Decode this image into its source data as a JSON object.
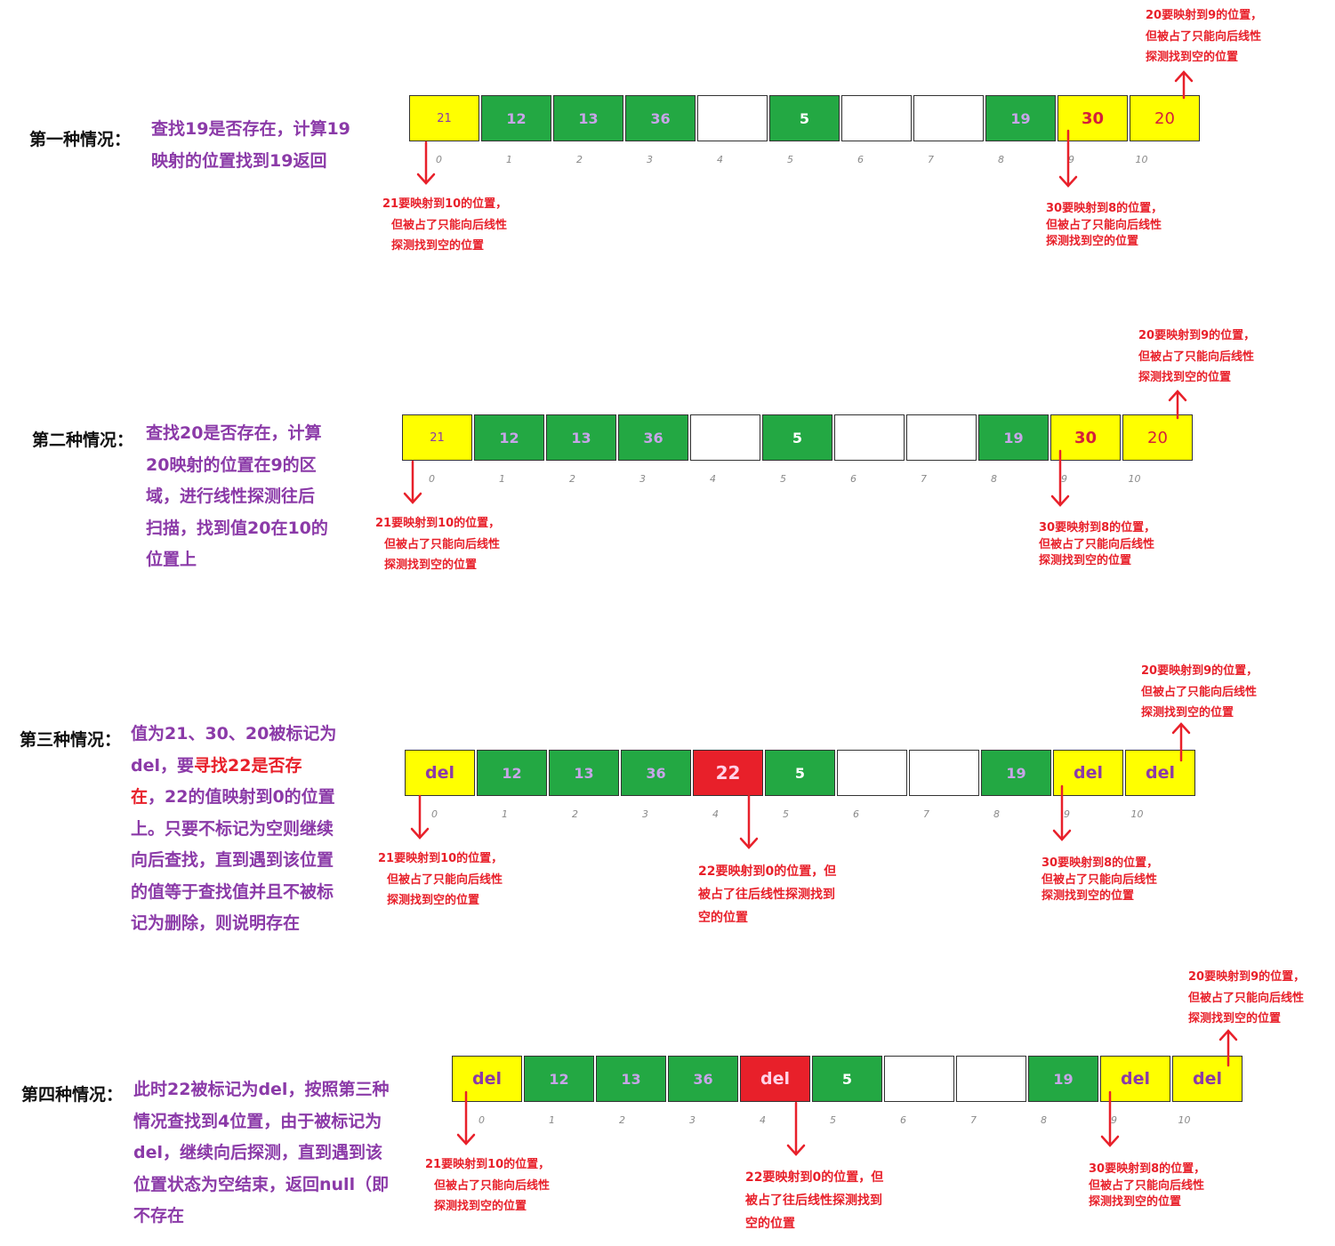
{
  "colors": {
    "yellow": "#ffff00",
    "green": "#23a843",
    "red": "#e8202a",
    "purple": "#8b3aa8",
    "arrow": "#e8202a"
  },
  "indices": [
    "0",
    "1",
    "2",
    "3",
    "4",
    "5",
    "6",
    "7",
    "8",
    "9",
    "10"
  ],
  "notes": {
    "n21": [
      "21要映射到10的位置，",
      "但被占了只能向后线性",
      "探测找到空的位置"
    ],
    "n30": [
      "30要映射到8的位置，",
      "但被占了只能向后线性",
      "探测找到空的位置"
    ],
    "n20": [
      "20要映射到9的位置，",
      "但被占了只能向后线性",
      "探测找到空的位置"
    ],
    "n22": [
      "22要映射到0的位置，但",
      "被占了往后线性探测找到",
      "空的位置"
    ]
  },
  "scenarios": [
    {
      "label": "第一种情况：",
      "desc": [
        "查找19是否存在，计算19",
        "映射的位置找到19返回"
      ],
      "cells": [
        "21",
        "12",
        "13",
        "36",
        "",
        "5",
        "",
        "",
        "19",
        "30",
        "20"
      ]
    },
    {
      "label": "第二种情况：",
      "desc": [
        "查找20是否存在，计算",
        "20映射的位置在9的区",
        "域，进行线性探测往后",
        "扫描，找到值20在10的",
        "位置上"
      ],
      "cells": [
        "21",
        "12",
        "13",
        "36",
        "",
        "5",
        "",
        "",
        "19",
        "30",
        "20"
      ]
    },
    {
      "label": "第三种情况：",
      "desc_parts": [
        {
          "text": "值为21、30、20被标记为",
          "red": false
        },
        {
          "text": "del，要",
          "red": false
        },
        {
          "text": "寻找22是否存",
          "red": true
        },
        {
          "text": "在",
          "red": true
        },
        {
          "text": "，22的值映射到0的位置",
          "red": false
        },
        {
          "text": "上。只要不标记为空则继续",
          "red": false
        },
        {
          "text": "向后查找，直到遇到该位置",
          "red": false
        },
        {
          "text": "的值等于查找值并且不被标",
          "red": false
        },
        {
          "text": "记为删除，则说明存在",
          "red": false
        }
      ],
      "cells": [
        "del",
        "12",
        "13",
        "36",
        "22",
        "5",
        "",
        "",
        "19",
        "del",
        "del"
      ]
    },
    {
      "label": "第四种情况：",
      "desc": [
        "此时22被标记为del，按照第三种",
        "情况查找到4位置，由于被标记为",
        "del，继续向后探测，直到遇到该",
        "位置状态为空结束，返回null（即",
        "不存在"
      ],
      "cells": [
        "del",
        "12",
        "13",
        "36",
        "del",
        "5",
        "",
        "",
        "19",
        "del",
        "del"
      ]
    }
  ]
}
